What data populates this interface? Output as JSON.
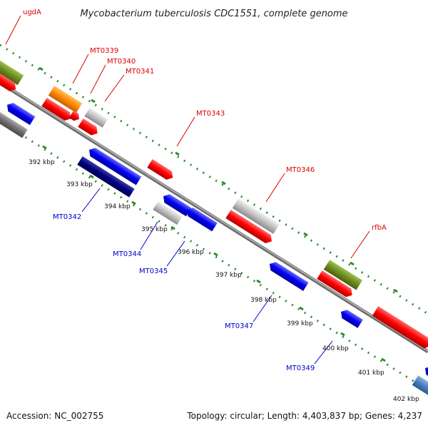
{
  "header": {
    "title": "Mycobacterium tuberculosis CDC1551, complete genome"
  },
  "footer": {
    "accession": "Accession: NC_002755",
    "topology": "Topology: circular; Length: 4,403,837 bp; Genes: 4,237"
  },
  "colors": {
    "backbone": "#8a8a8a",
    "tick_dots": "#2d8a2d",
    "label_forward": "#dd0000",
    "label_reverse": "#0000cc",
    "red": "#ff0000",
    "blue": "#0000ee",
    "navy": "#000080",
    "orange": "#ff8800",
    "olive": "#6e8c20",
    "silver": "#b8b8b8",
    "gray": "#707070",
    "steelblue": "#4a7fbf"
  },
  "ticks": [
    "392 kbp",
    "393 kbp",
    "394 kbp",
    "395 kbp",
    "396 kbp",
    "397 kbp",
    "398 kbp",
    "399 kbp",
    "400 kbp",
    "401 kbp",
    "402 kbp"
  ],
  "labels": {
    "forward": [
      "ugdA",
      "MT0339",
      "MT0340",
      "MT0341",
      "MT0343",
      "MT0346",
      "rfbA"
    ],
    "reverse": [
      "MT0342",
      "MT0344",
      "MT0345",
      "MT0347",
      "MT0349"
    ]
  }
}
